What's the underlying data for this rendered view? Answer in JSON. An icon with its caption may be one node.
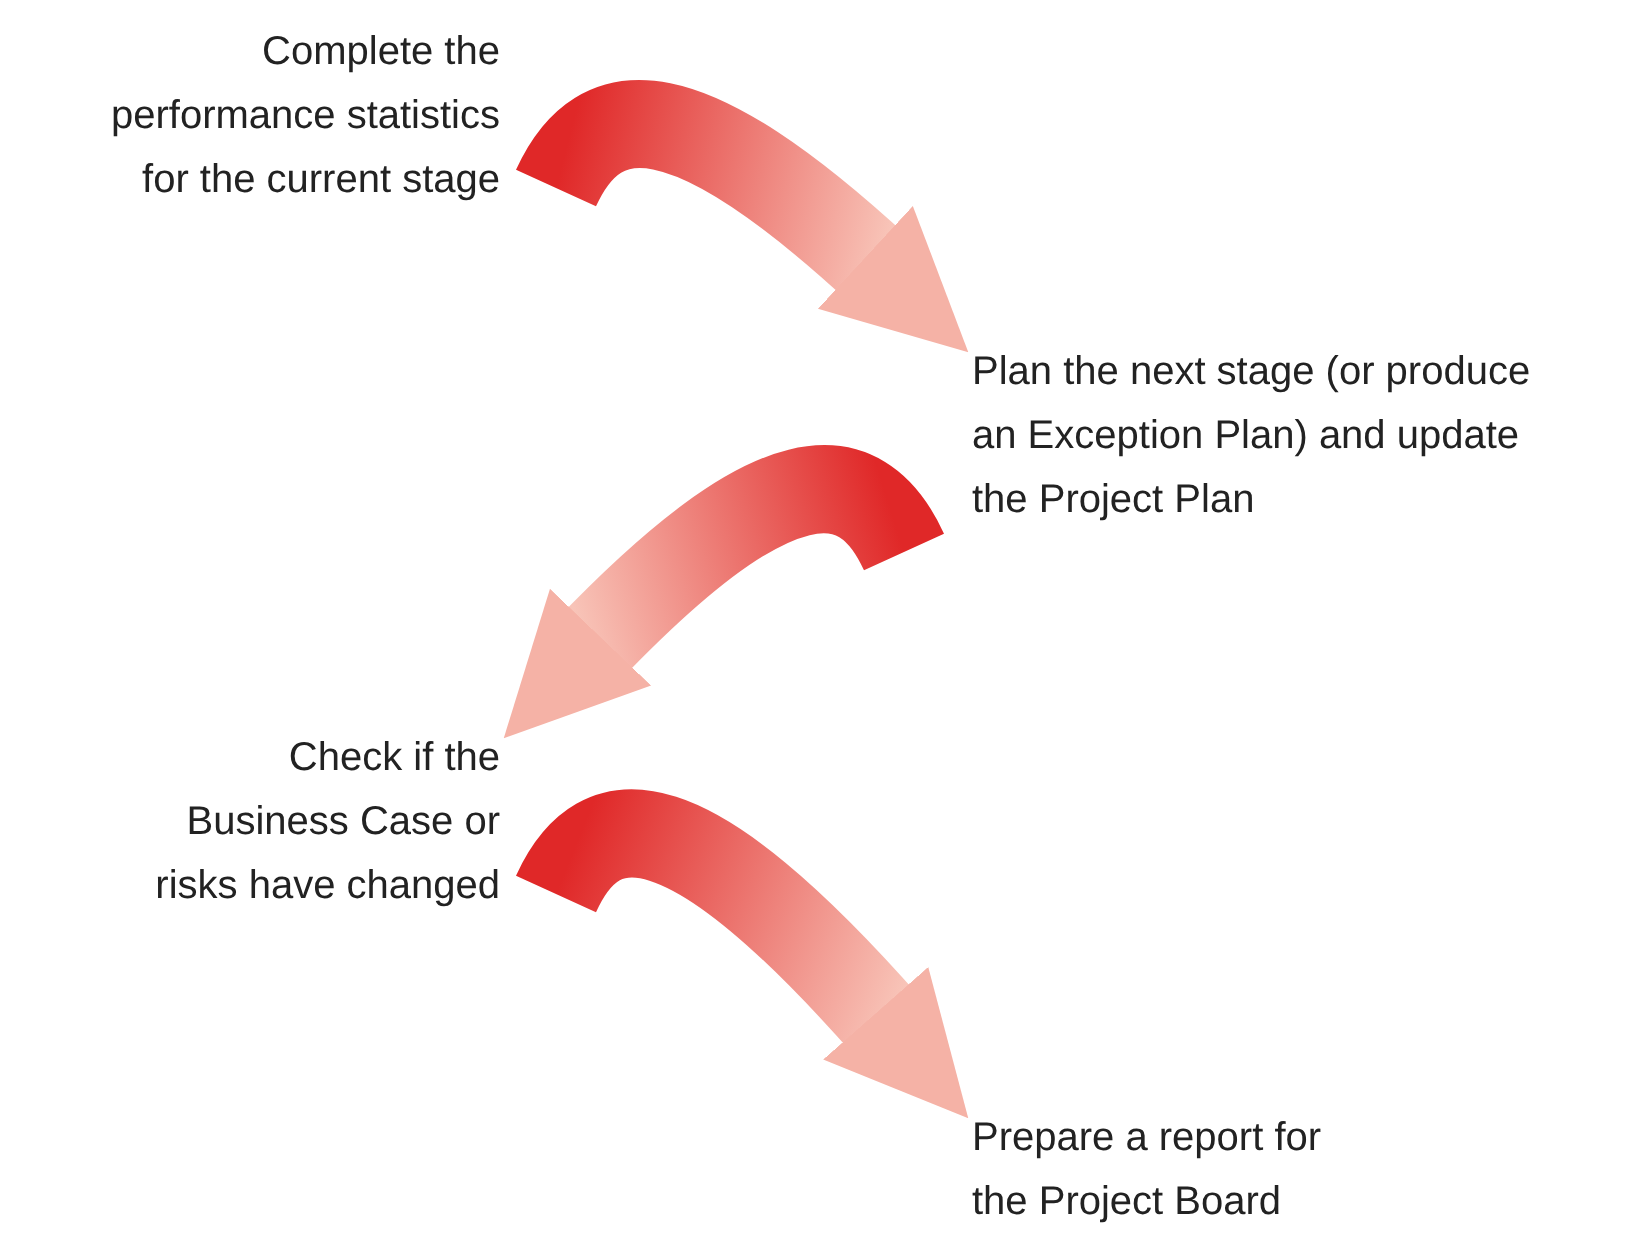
{
  "diagram": {
    "nodes": [
      {
        "text": [
          "Complete the performance statistics for the current stage"
        ]
      },
      {
        "text": [
          "Plan the next stage (or produce an Exception Plan) and update the Project Plan"
        ]
      },
      {
        "text": [
          "Check if the Business Case or risks have changed"
        ]
      },
      {
        "text": [
          "Prepare a report for the Project Board"
        ]
      }
    ],
    "edges": [
      {
        "from": 0,
        "to": 1,
        "arrow": "to"
      },
      {
        "from": 1,
        "to": 2,
        "arrow": "to"
      },
      {
        "from": 2,
        "to": 3,
        "arrow": "to"
      }
    ]
  }
}
